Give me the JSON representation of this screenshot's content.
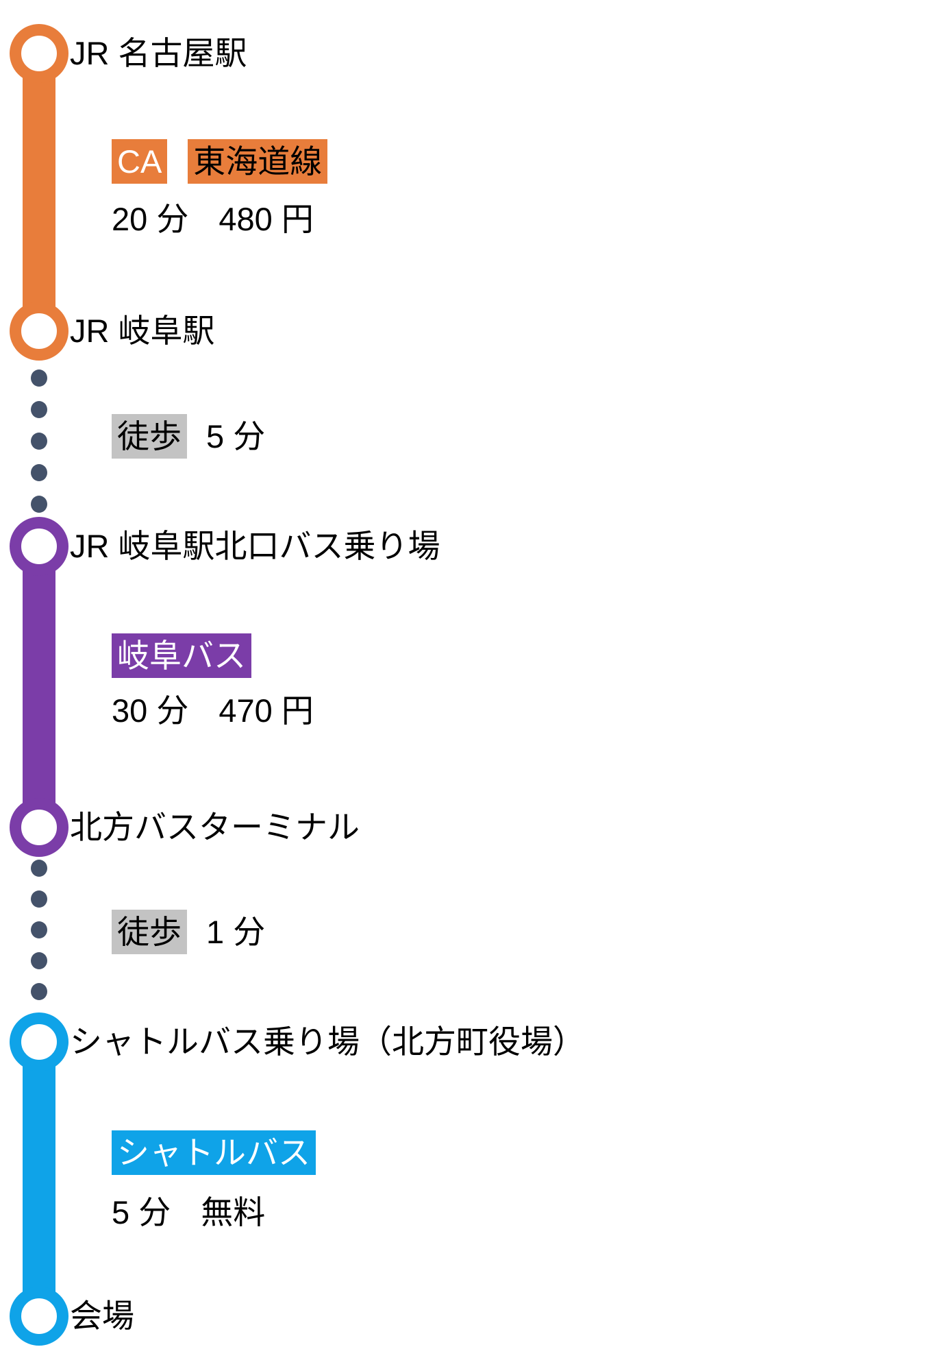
{
  "route": {
    "colors": {
      "train_line": "#E87D3B",
      "gifu_bus_line": "#7B3DA8",
      "shuttle_bus_line": "#0FA3E8",
      "walk_dots": "#44526A",
      "walk_badge_bg": "#C3C3C3"
    },
    "stations": [
      {
        "name": "JR 名古屋駅",
        "color": "#E87D3B"
      },
      {
        "name": "JR 岐阜駅",
        "color": "#E87D3B"
      },
      {
        "name": "JR 岐阜駅北口バス乗り場",
        "color": "#7B3DA8"
      },
      {
        "name": "北方バスターミナル",
        "color": "#7B3DA8"
      },
      {
        "name": "シャトルバス乗り場（北方町役場）",
        "color": "#0FA3E8"
      },
      {
        "name": "会場",
        "color": "#0FA3E8"
      }
    ],
    "segments": [
      {
        "type": "train",
        "badges": [
          {
            "label": "CA"
          },
          {
            "label": "東海道線"
          }
        ],
        "duration": "20 分",
        "fare": "480 円"
      },
      {
        "type": "walk",
        "badge": {
          "label": "徒歩"
        },
        "duration": "5 分"
      },
      {
        "type": "bus",
        "badge": {
          "label": "岐阜バス"
        },
        "duration": "30 分",
        "fare": "470 円"
      },
      {
        "type": "walk",
        "badge": {
          "label": "徒歩"
        },
        "duration": "1 分"
      },
      {
        "type": "bus",
        "badge": {
          "label": "シャトルバス"
        },
        "duration": "5 分",
        "fare": "無料"
      }
    ]
  }
}
